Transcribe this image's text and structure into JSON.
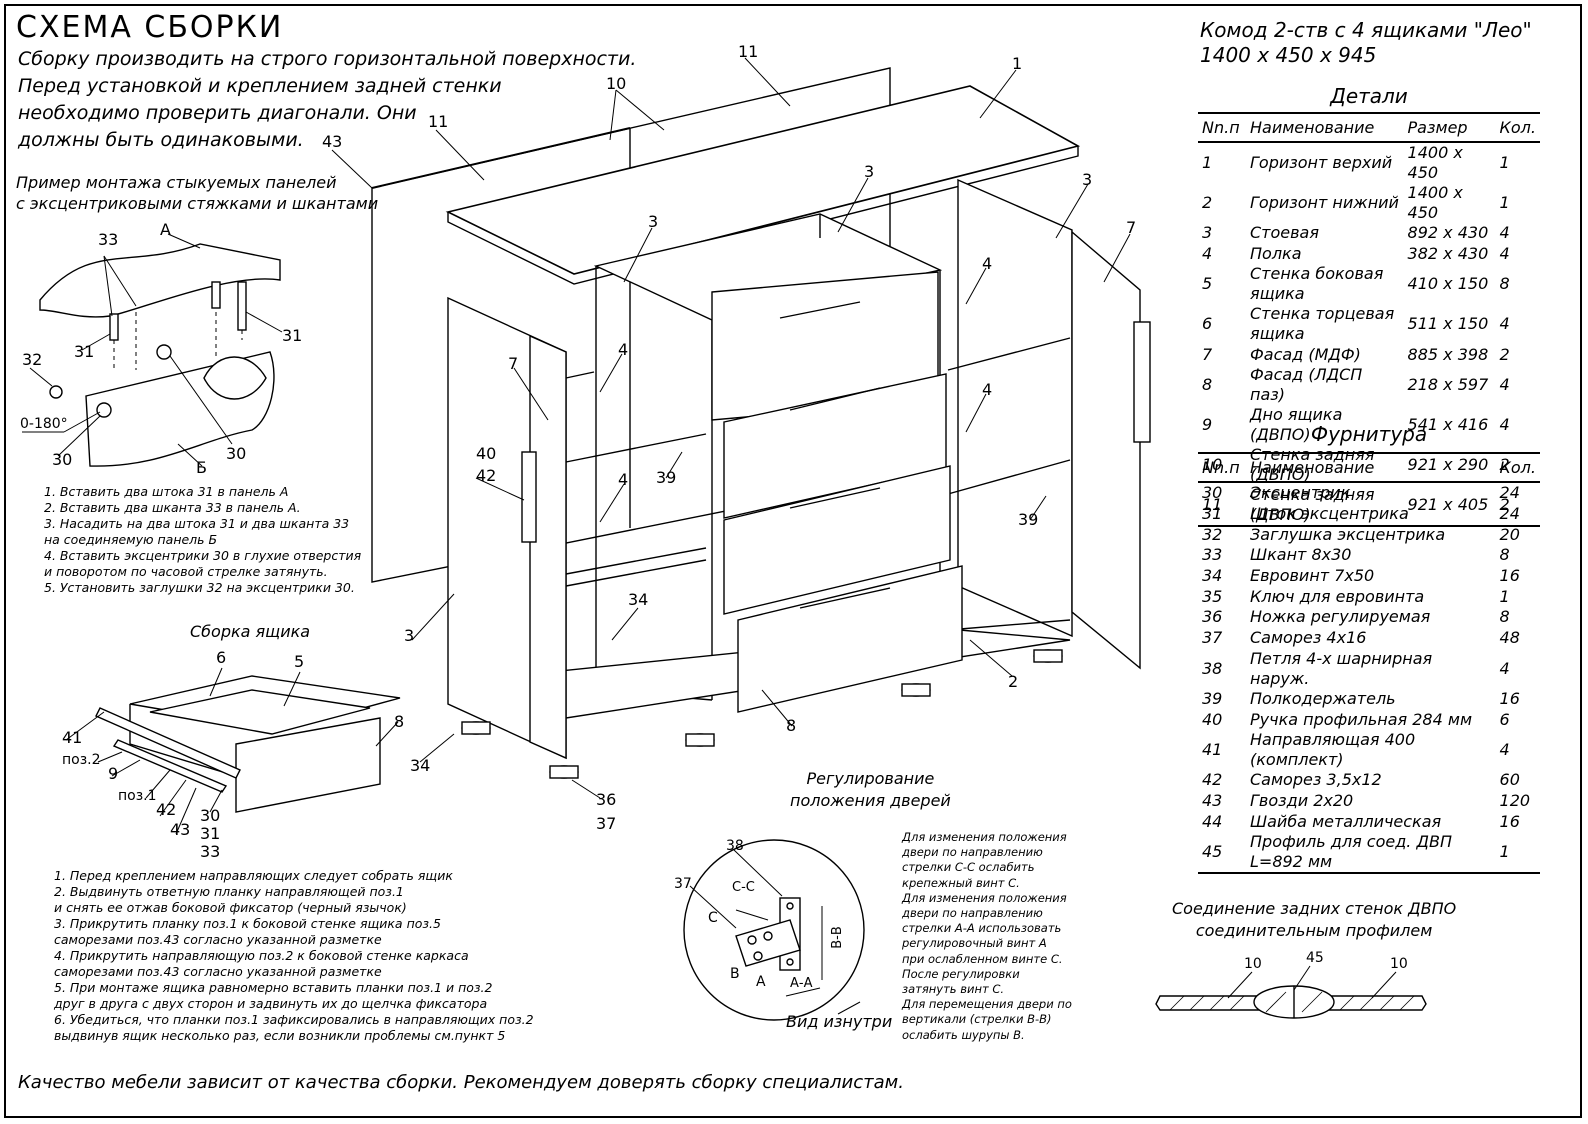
{
  "title": "СХЕМА СБОРКИ",
  "intro": "Сборку производить на строго горизонтальной поверхности.\nПеред установкой и креплением задней стенки\nнеобходимо проверить диагонали. Они\nдолжны быть одинаковыми.",
  "cam_example_title": "Пример монтажа стыкуемых панелей\nс эксцентриковыми стяжками и шкантами",
  "cam_steps": "1. Вставить два штока 31 в панель А\n2. Вставить два шканта 33 в панель А.\n3. Насадить на два штока 31 и два шканта 33\n    на соединяемую панель Б\n4. Вставить эксцентрики 30 в глухие отверстия\n    и поворотом по часовой стрелке затянуть.\n5. Установить заглушки 32 на эксцентрики 30.",
  "cam_labels": {
    "a": "А",
    "b": "Б",
    "p33": "33",
    "p31a": "31",
    "p31b": "31",
    "p32": "32",
    "angle": "0-180°",
    "p30a": "30",
    "p30b": "30"
  },
  "drawer_title": "Сборка ящика",
  "drawer_labels": {
    "p6": "6",
    "p5": "5",
    "p8": "8",
    "p41": "41",
    "pos2": "поз.2",
    "p9": "9",
    "pos1": "поз.1",
    "p42": "42",
    "p43": "43",
    "p30": "30",
    "p31": "31",
    "p33": "33"
  },
  "drawer_steps": "1. Перед креплением направляющих следует собрать ящик\n2. Выдвинуть ответную планку направляющей поз.1\n    и снять ее отжав боковой фиксатор (черный язычок)\n3. Прикрутить планку поз.1 к боковой стенке ящика поз.5\n    саморезами поз.43 согласно указанной разметке\n4. Прикрутить направляющую поз.2 к боковой стенке каркаса\n    саморезами поз.43 согласно указанной разметке\n5. При монтаже ящика равномерно вставить планки поз.1 и поз.2\n    друг в друга с двух сторон и задвинуть их до щелчка фиксатора\n6. Убедиться, что планки поз.1 зафиксировались в направляющих поз.2\n    выдвинув ящик несколько раз, если возникли проблемы см.пункт 5",
  "main_labels": {
    "p1": "1",
    "p2": "2",
    "p3a": "3",
    "p3b": "3",
    "p3c": "3",
    "p3d": "3",
    "p4a": "4",
    "p4b": "4",
    "p4c": "4",
    "p4d": "4",
    "p7a": "7",
    "p7b": "7",
    "p8": "8",
    "p10": "10",
    "p11a": "11",
    "p11b": "11",
    "p34a": "34",
    "p34b": "34",
    "p36": "36",
    "p37": "37",
    "p39a": "39",
    "p39b": "39",
    "p40": "40",
    "p42": "42",
    "p43": "43"
  },
  "doors_title": "Регулирование\nположения дверей",
  "doors_view": "Вид изнутри",
  "hinge_labels": {
    "p38": "38",
    "p37": "37",
    "cc": "С-С",
    "c": "С",
    "b": "В",
    "a": "А",
    "aa": "А-А",
    "bb": "В-В"
  },
  "doors_notes": "Для изменения положения\nдвери по направлению\nстрелки С-С ослабить\nкрепежный винт С.\nДля изменения положения\nдвери по направлению\nстрелки А-А использовать\nрегулировочный винт А\nпри ослабленном винте С.\nПосле регулировки\nзатянуть винт С.\nДля перемещения двери по\nвертикали (стрелки В-В)\nослабить шурупы В.",
  "footer": "Качество мебели зависит от качества сборки. Рекомендуем доверять сборку специалистам.",
  "product": "Комод 2-ств с 4 ящиками \"Лео\"\n1400 х 450 х 945",
  "details": {
    "title": "Детали",
    "headers": {
      "n": "Nn.п",
      "name": "Наименование",
      "size": "Размер",
      "qty": "Кол."
    },
    "rows": [
      {
        "n": "1",
        "name": "Горизонт верхий",
        "size": "1400 х 450",
        "qty": "1"
      },
      {
        "n": "2",
        "name": "Горизонт нижний",
        "size": "1400 х 450",
        "qty": "1"
      },
      {
        "n": "3",
        "name": "Стоевая",
        "size": "892 х 430",
        "qty": "4"
      },
      {
        "n": "4",
        "name": "Полка",
        "size": "382 х 430",
        "qty": "4"
      },
      {
        "n": "5",
        "name": "Стенка боковая ящика",
        "size": "410 х 150",
        "qty": "8"
      },
      {
        "n": "6",
        "name": "Стенка торцевая ящика",
        "size": "511 х 150",
        "qty": "4"
      },
      {
        "n": "7",
        "name": "Фасад (МДФ)",
        "size": "885 х 398",
        "qty": "2"
      },
      {
        "n": "8",
        "name": "Фасад (ЛДСП паз)",
        "size": "218 х 597",
        "qty": "4"
      },
      {
        "n": "9",
        "name": "Дно ящика (ДВПО)",
        "size": "541 х 416",
        "qty": "4"
      },
      {
        "n": "10",
        "name": "Стенка задняя (ДВПО)",
        "size": "921 х 290",
        "qty": "2"
      },
      {
        "n": "11",
        "name": "Стенка задняя (ДВПО)",
        "size": "921 х 405",
        "qty": "2"
      }
    ]
  },
  "hardware": {
    "title": "Фурнитура",
    "headers": {
      "n": "Nn.п",
      "name": "Наименование",
      "qty": "Кол."
    },
    "rows": [
      {
        "n": "30",
        "name": "Эксцентрик",
        "qty": "24"
      },
      {
        "n": "31",
        "name": "Шток эксцентрика",
        "qty": "24"
      },
      {
        "n": "32",
        "name": "Заглушка эксцентрика",
        "qty": "20"
      },
      {
        "n": "33",
        "name": "Шкант 8х30",
        "qty": "8"
      },
      {
        "n": "34",
        "name": "Евровинт 7х50",
        "qty": "16"
      },
      {
        "n": "35",
        "name": "Ключ для евровинта",
        "qty": "1"
      },
      {
        "n": "36",
        "name": "Ножка регулируемая",
        "qty": "8"
      },
      {
        "n": "37",
        "name": "Саморез 4х16",
        "qty": "48"
      },
      {
        "n": "38",
        "name": "Петля 4-х шарнирная наруж.",
        "qty": "4"
      },
      {
        "n": "39",
        "name": "Полкодержатель",
        "qty": "16"
      },
      {
        "n": "40",
        "name": "Ручка профильная 284 мм",
        "qty": "6"
      },
      {
        "n": "41",
        "name": "Направляющая 400 (комплект)",
        "qty": "4"
      },
      {
        "n": "42",
        "name": "Саморез 3,5х12",
        "qty": "60"
      },
      {
        "n": "43",
        "name": "Гвозди 2х20",
        "qty": "120"
      },
      {
        "n": "44",
        "name": "Шайба металлическая",
        "qty": "16"
      },
      {
        "n": "45",
        "name": "Профиль для соед. ДВП L=892 мм",
        "qty": "1"
      }
    ]
  },
  "joint_title": "Соединение задних стенок ДВПО\nсоединительным профилем",
  "joint_labels": {
    "p10a": "10",
    "p45": "45",
    "p10b": "10"
  }
}
